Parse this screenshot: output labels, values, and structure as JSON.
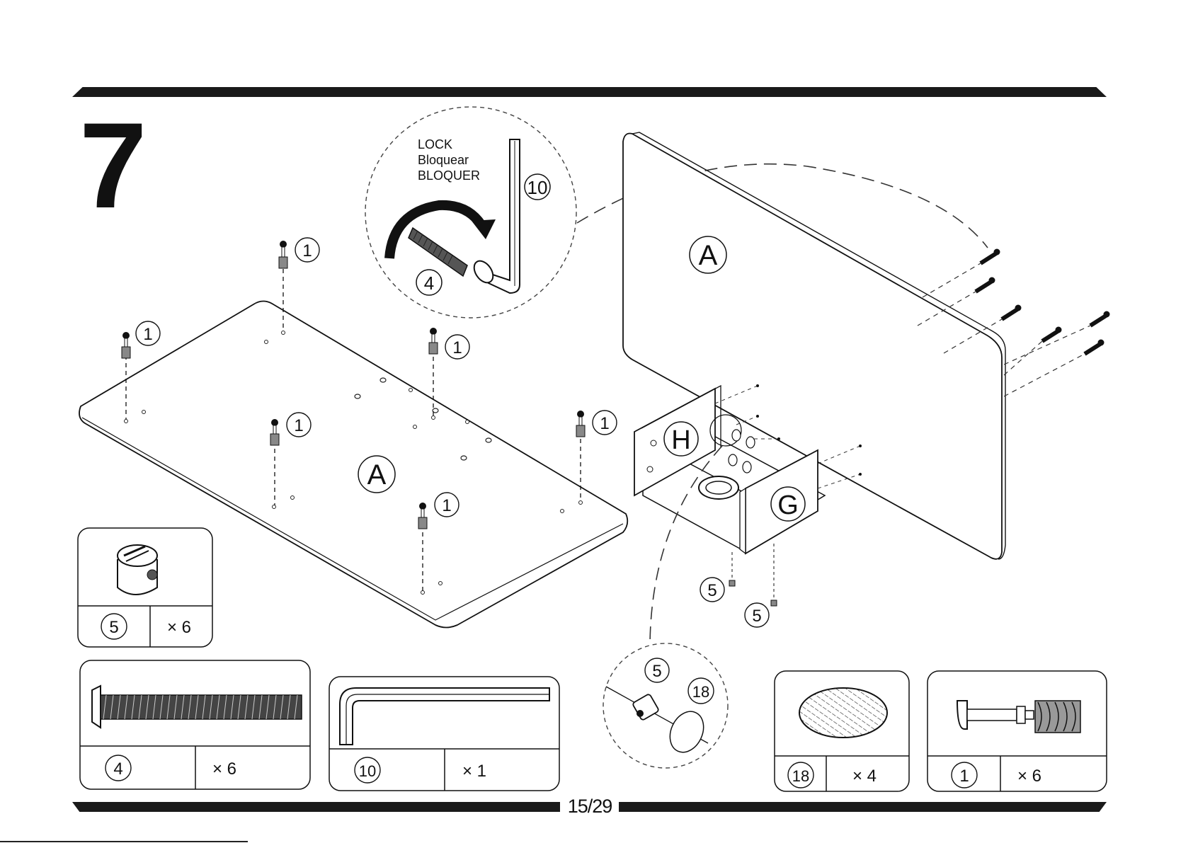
{
  "step_number": "7",
  "page_indicator": "15/29",
  "lock_callout": {
    "text_lines": [
      "LOCK",
      "Bloquear",
      "BLOQUER"
    ],
    "tool_part": "10",
    "bolt_part": "4"
  },
  "panels": {
    "main_panel": "A",
    "upright_panel": "A",
    "side_panel_h": "H",
    "side_panel_g": "G"
  },
  "cam_lock_part": "1",
  "barrel_nut_part": "5",
  "cover_cap_part": "18",
  "parts_legend": [
    {
      "part": "5",
      "qty": "× 6"
    },
    {
      "part": "4",
      "qty": "× 6"
    },
    {
      "part": "10",
      "qty": "× 1"
    },
    {
      "part": "18",
      "qty": "× 4"
    },
    {
      "part": "1",
      "qty": "× 6"
    }
  ]
}
